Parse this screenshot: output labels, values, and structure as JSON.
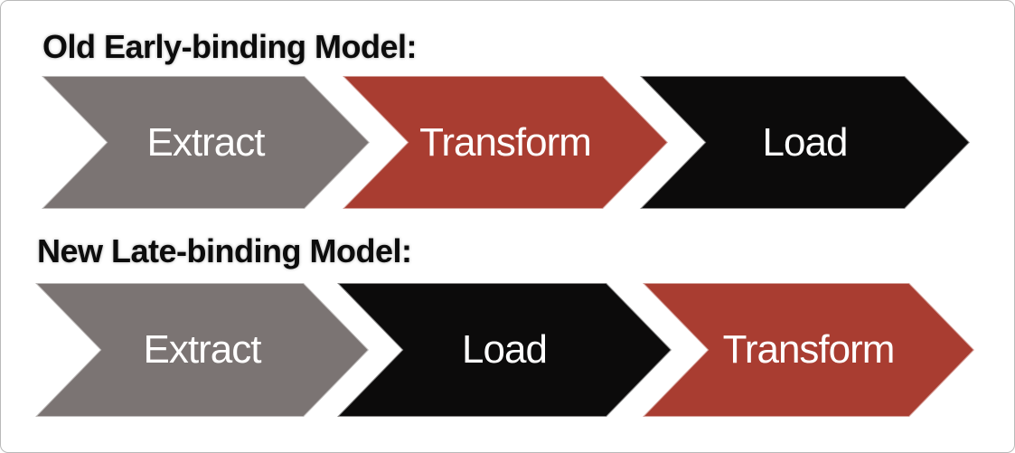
{
  "canvas": {
    "background": "#ffffff",
    "border_color": "#b9b9b9"
  },
  "colors": {
    "gray": "#7b7473",
    "red": "#a93d31",
    "black": "#0c0b0b",
    "label_text": "#ffffff",
    "title_text": "#0c0c0c"
  },
  "sections": [
    {
      "title": "Old Early-binding Model:",
      "steps": [
        {
          "label": "Extract",
          "color": "gray"
        },
        {
          "label": "Transform",
          "color": "red"
        },
        {
          "label": "Load",
          "color": "black"
        }
      ]
    },
    {
      "title": "New Late-binding Model:",
      "steps": [
        {
          "label": "Extract",
          "color": "gray"
        },
        {
          "label": "Load",
          "color": "black"
        },
        {
          "label": "Transform",
          "color": "red"
        }
      ]
    }
  ]
}
